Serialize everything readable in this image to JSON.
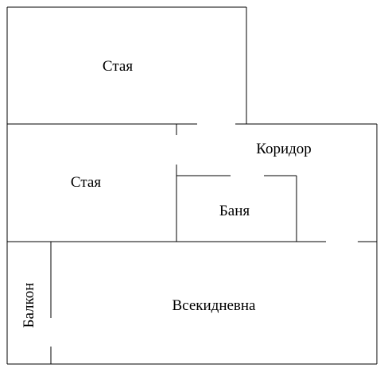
{
  "floor_plan": {
    "rooms": [
      {
        "id": "room-top",
        "label": "Стая"
      },
      {
        "id": "room-middle",
        "label": "Стая"
      },
      {
        "id": "corridor",
        "label": "Коридор"
      },
      {
        "id": "bathroom",
        "label": "Баня"
      },
      {
        "id": "balcony",
        "label": "Балкон"
      },
      {
        "id": "living-room",
        "label": "Всекидневна"
      }
    ]
  }
}
